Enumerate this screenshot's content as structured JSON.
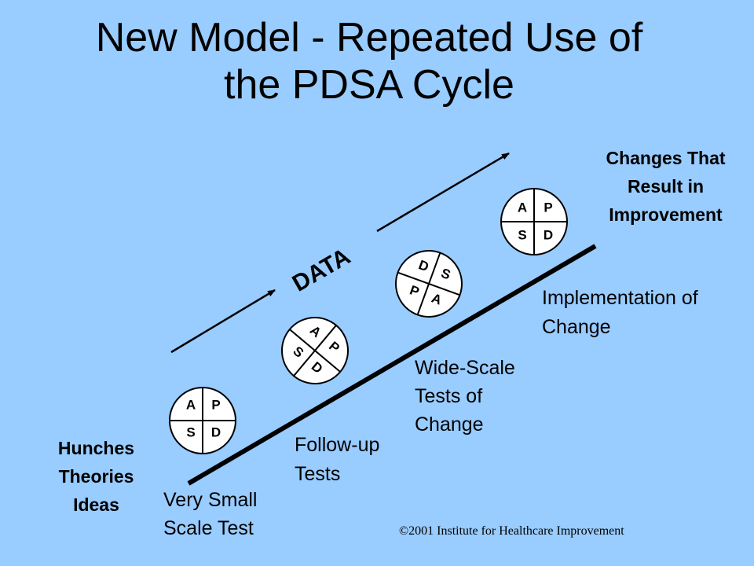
{
  "title": {
    "line1": "New Model - Repeated Use of",
    "line2": "the PDSA Cycle"
  },
  "start": {
    "line1": "Hunches",
    "line2": "Theories",
    "line3": "Ideas"
  },
  "end": {
    "line1": "Changes That",
    "line2": "Result in",
    "line3": "Improvement"
  },
  "data_label": "DATA",
  "stages": [
    {
      "line1": "Very Small",
      "line2": "Scale Test"
    },
    {
      "line1": "Follow-up",
      "line2": "Tests"
    },
    {
      "line1": "Wide-Scale",
      "line2": "Tests of",
      "line3": "Change"
    },
    {
      "line1": "Implementation of",
      "line2": "Change"
    }
  ],
  "cycles": [
    {
      "tl": "A",
      "tr": "P",
      "bl": "S",
      "br": "D"
    },
    {
      "tl": "A",
      "tr": "P",
      "bl": "S",
      "br": "D"
    },
    {
      "tl": "D",
      "tr": "S",
      "bl": "P",
      "br": "A"
    },
    {
      "tl": "A",
      "tr": "P",
      "bl": "S",
      "br": "D"
    }
  ],
  "copyright": "©2001 Institute for Healthcare Improvement",
  "colors": {
    "background": "#99CCFF",
    "ink": "#000000",
    "circle_fill": "#FFFFFF"
  }
}
